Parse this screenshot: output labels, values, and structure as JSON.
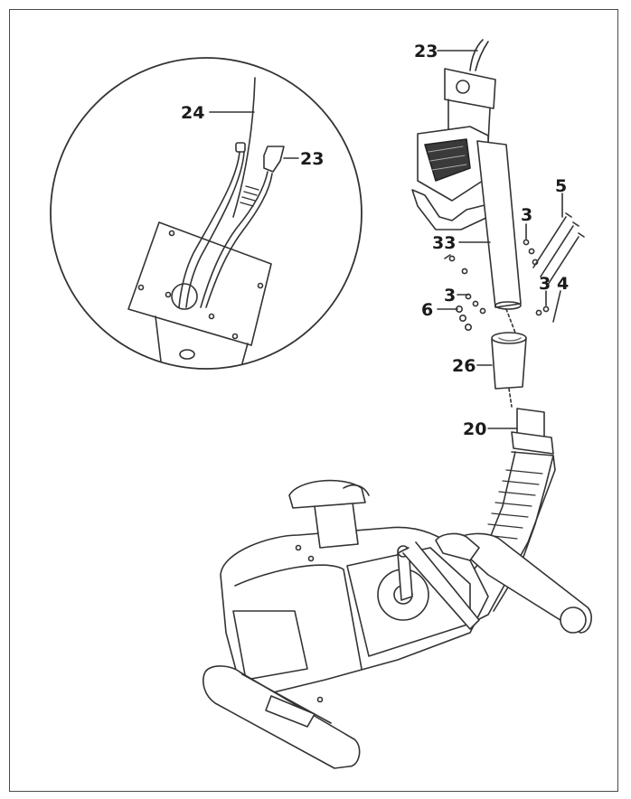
{
  "diagram": {
    "callouts": {
      "detail_cable_24": "24",
      "detail_cable_23": "23",
      "top_cable_23": "23",
      "bolt_5": "5",
      "washer_3_upper": "3",
      "tube_33": "33",
      "washer_3_left": "3",
      "nut_6": "6",
      "washer_3_right": "3",
      "bolt_4": "4",
      "cover_26": "26",
      "base_tube_20": "20"
    }
  }
}
